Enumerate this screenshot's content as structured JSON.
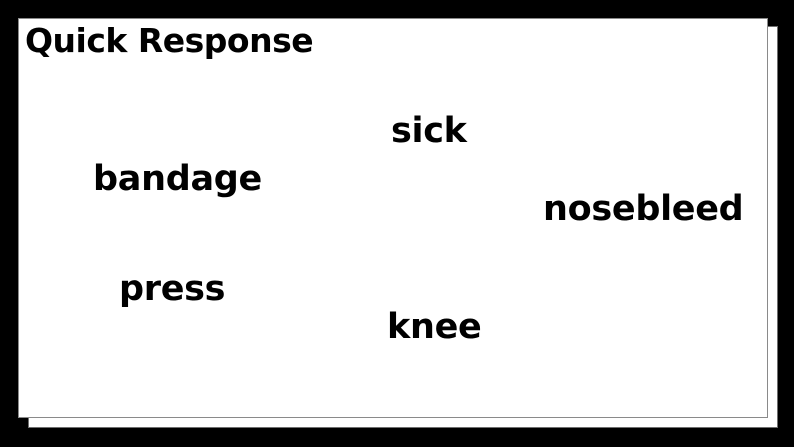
{
  "slide": {
    "title": "Quick Response",
    "words": {
      "sick": "sick",
      "bandage": "bandage",
      "nosebleed": "nosebleed",
      "press": "press",
      "knee": "knee"
    }
  },
  "colors": {
    "background": "#000000",
    "card": "#ffffff",
    "text": "#000000"
  }
}
